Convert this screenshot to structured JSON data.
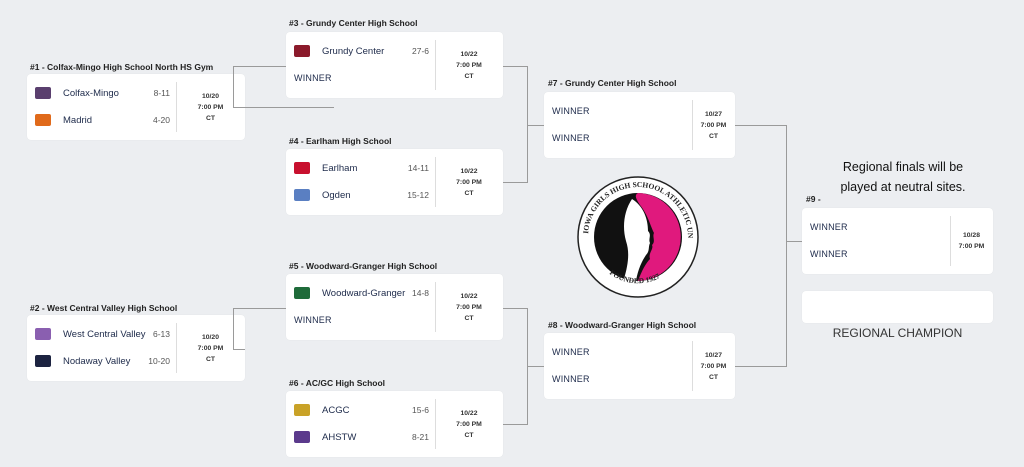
{
  "games": [
    {
      "label": "#1 - Colfax-Mingo High School North HS Gym",
      "teams": [
        {
          "name": "Colfax-Mingo",
          "record": "8-11",
          "icon": "tiger-logo-icon",
          "color": "#5a3f6e"
        },
        {
          "name": "Madrid",
          "record": "4-20",
          "icon": "m-logo-icon",
          "color": "#e06a1b"
        }
      ],
      "date": "10/20",
      "time": "7:00 PM",
      "tz": "CT"
    },
    {
      "label": "#2 - West Central Valley High School",
      "teams": [
        {
          "name": "West Central Valley",
          "record": "6-13",
          "icon": "wildcat-logo-icon",
          "color": "#8a5fb0"
        },
        {
          "name": "Nodaway Valley",
          "record": "10-20",
          "icon": "ny-logo-icon",
          "color": "#1c2340"
        }
      ],
      "date": "10/20",
      "time": "7:00 PM",
      "tz": "CT"
    },
    {
      "label": "#3 - Grundy Center High School",
      "teams": [
        {
          "name": "Grundy Center",
          "record": "27-6",
          "icon": "spartan-logo-icon",
          "color": "#8b1a2b"
        },
        {
          "name": "WINNER",
          "record": ""
        }
      ],
      "date": "10/22",
      "time": "7:00 PM",
      "tz": "CT"
    },
    {
      "label": "#4 - Earlham High School",
      "teams": [
        {
          "name": "Earlham",
          "record": "14-11",
          "icon": "cardinal-logo-icon",
          "color": "#c8102e"
        },
        {
          "name": "Ogden",
          "record": "15-12",
          "icon": "bulldog-logo-icon",
          "color": "#5a7fc2"
        }
      ],
      "date": "10/22",
      "time": "7:00 PM",
      "tz": "CT"
    },
    {
      "label": "#5 - Woodward-Granger High School",
      "teams": [
        {
          "name": "Woodward-Granger",
          "record": "14-8",
          "icon": "hawk-logo-icon",
          "color": "#1f6b3a"
        },
        {
          "name": "WINNER",
          "record": ""
        }
      ],
      "date": "10/22",
      "time": "7:00 PM",
      "tz": "CT"
    },
    {
      "label": "#6 - AC/GC High School",
      "teams": [
        {
          "name": "ACGC",
          "record": "15-6",
          "icon": "charger-logo-icon",
          "color": "#c9a227"
        },
        {
          "name": "AHSTW",
          "record": "8-21",
          "icon": "viking-logo-icon",
          "color": "#5b3a8c"
        }
      ],
      "date": "10/22",
      "time": "7:00 PM",
      "tz": "CT"
    },
    {
      "label": "#7 - Grundy Center High School",
      "teams": [
        {
          "name": "WINNER",
          "record": ""
        },
        {
          "name": "WINNER",
          "record": ""
        }
      ],
      "date": "10/27",
      "time": "7:00 PM",
      "tz": "CT"
    },
    {
      "label": "#8 - Woodward-Granger High School",
      "teams": [
        {
          "name": "WINNER",
          "record": ""
        },
        {
          "name": "WINNER",
          "record": ""
        }
      ],
      "date": "10/27",
      "time": "7:00 PM",
      "tz": "CT"
    },
    {
      "label": "#9 -",
      "teams": [
        {
          "name": "WINNER",
          "record": ""
        },
        {
          "name": "WINNER",
          "record": ""
        }
      ],
      "date": "10/28",
      "time": "7:00 PM",
      "tz": ""
    }
  ],
  "note_line1": "Regional finals will be",
  "note_line2": "played at neutral sites.",
  "champion_label": "REGIONAL CHAMPION",
  "logo_text": "IOWA GIRLS HIGH SCHOOL ATHLETIC UNION",
  "logo_founded": "FOUNDED 1927",
  "accent": "#e0197d"
}
